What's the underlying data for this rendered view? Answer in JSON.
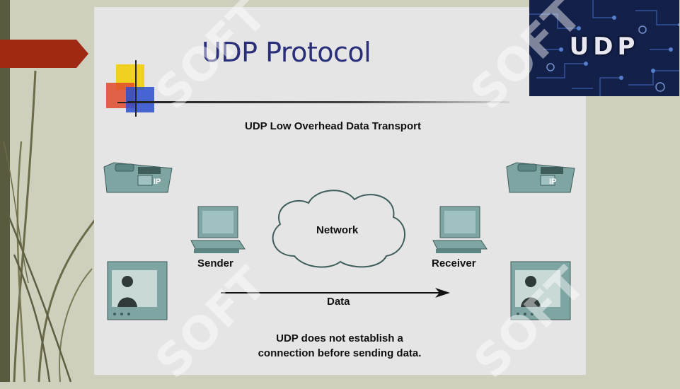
{
  "slide": {
    "title": "UDP Protocol",
    "banner_text": "UDP"
  },
  "diagram": {
    "title": "UDP Low Overhead Data Transport",
    "network_label": "Network",
    "sender_label": "Sender",
    "receiver_label": "Receiver",
    "data_label": "Data",
    "caption_line1": "UDP does not establish a",
    "caption_line2": "connection before sending data.",
    "phone_badge": "IP"
  },
  "watermark": {
    "text": "SOFT"
  },
  "colors": {
    "title": "#2a2f7a",
    "device": "#7fa5a3",
    "banner_bg": "#13204a",
    "flag": "#9e2a14"
  }
}
